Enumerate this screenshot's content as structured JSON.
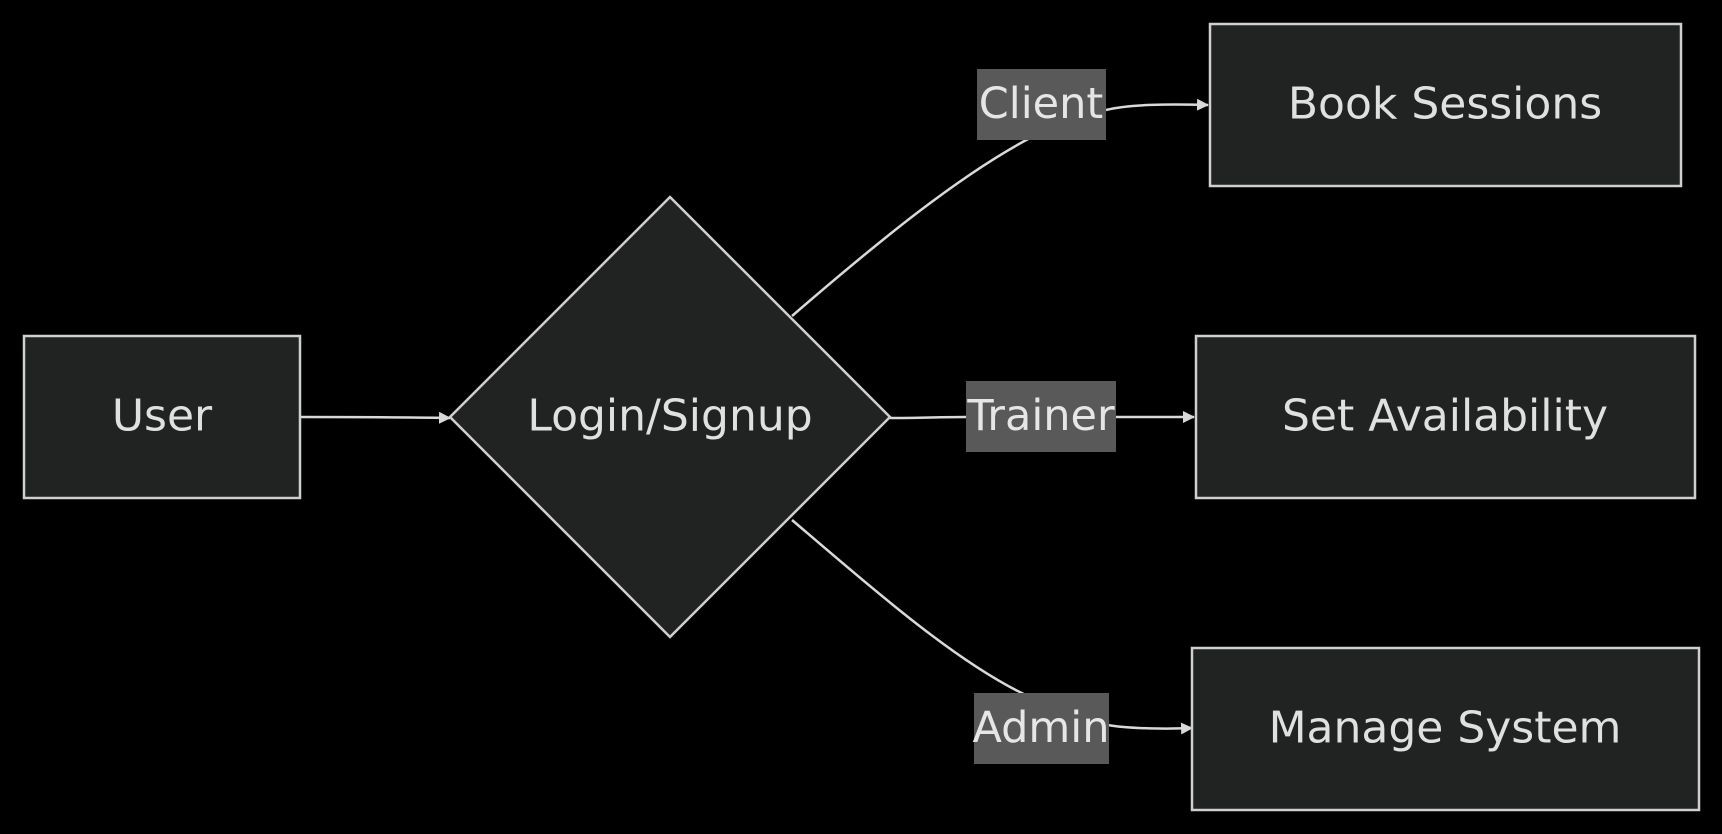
{
  "nodes": {
    "user": "User",
    "login_signup": "Login/Signup",
    "book_sessions": "Book Sessions",
    "set_availability": "Set Availability",
    "manage_system": "Manage System"
  },
  "edges": {
    "client": "Client",
    "trainer": "Trainer",
    "admin": "Admin"
  },
  "colors": {
    "background": "#000000",
    "node_fill": "#212322",
    "node_stroke": "#cfcfcf",
    "edge_label_fill": "#595959",
    "text": "#e0e0e0"
  }
}
